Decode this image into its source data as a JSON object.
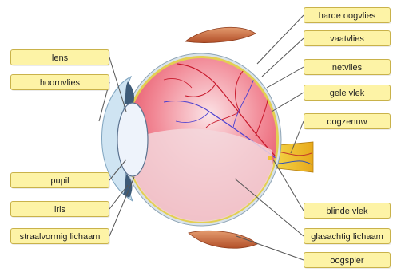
{
  "labels": {
    "lens": "lens",
    "hoornvlies": "hoornvlies",
    "pupil": "pupil",
    "iris": "iris",
    "straalvormig_lichaam": "straalvormig lichaam",
    "harde_oogvlies": "harde oogvlies",
    "vaatvlies": "vaatvlies",
    "netvlies": "netvlies",
    "gele_vlek": "gele vlek",
    "oogzenuw": "oogzenuw",
    "blinde_vlek": "blinde vlek",
    "glasachtig_lichaam": "glasachtig lichaam",
    "oogspier": "oogspier"
  },
  "colors": {
    "label_fill": "#fdf3a6",
    "label_border": "#c9b24a",
    "sclera": "#d9e3ea",
    "retina": "#e84455",
    "muscle": "#c8663c",
    "nerve": "#f1c232"
  }
}
